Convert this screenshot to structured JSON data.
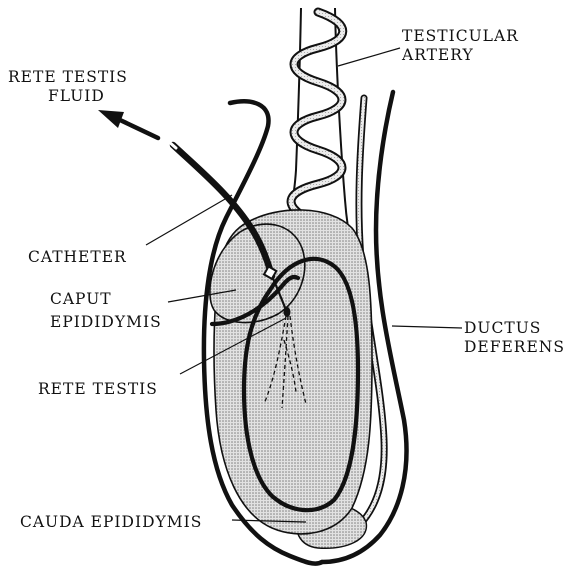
{
  "diagram": {
    "labels": {
      "rete_testis_fluid_line1": "RETE TESTIS",
      "rete_testis_fluid_line2": "FLUID",
      "testicular_artery_line1": "TESTICULAR",
      "testicular_artery_line2": "ARTERY",
      "catheter": "CATHETER",
      "caput_line1": "CAPUT",
      "caput_line2": "EPIDIDYMIS",
      "ductus_line1": "DUCTUS",
      "ductus_line2": "DEFERENS",
      "rete_testis": "RETE TESTIS",
      "cauda_epididymis": "CAUDA EPIDIDYMIS"
    },
    "colors": {
      "ink": "#111111",
      "tissue_fill": "#cfcfcf",
      "background": "#ffffff"
    }
  }
}
